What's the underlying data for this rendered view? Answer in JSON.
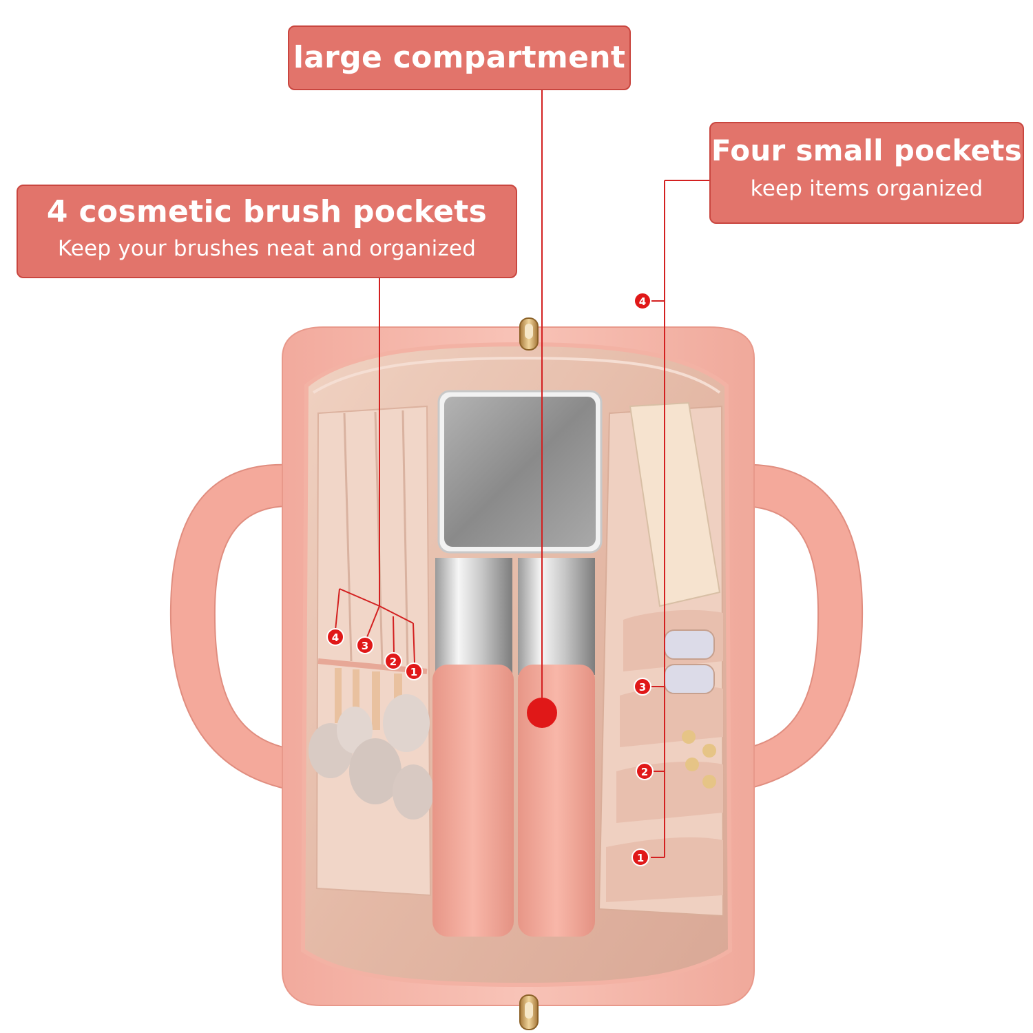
{
  "callouts": {
    "large_compartment": {
      "title": "large compartment"
    },
    "brush_pockets": {
      "title": "4 cosmetic brush pockets",
      "subtitle": "Keep your brushes neat and organized"
    },
    "small_pockets": {
      "title": "Four small pockets",
      "subtitle": "keep items organized"
    }
  },
  "markers": {
    "brush": [
      "4",
      "3",
      "2",
      "1"
    ],
    "pocket": [
      "4",
      "3",
      "2",
      "1"
    ]
  },
  "colors": {
    "callout_fill": "#e2746b",
    "callout_border": "#c9463f",
    "leader_line": "#d32020",
    "marker_fill": "#e01818",
    "bag_pink": "#f5b7ab",
    "lining": "#e9c2b0"
  }
}
